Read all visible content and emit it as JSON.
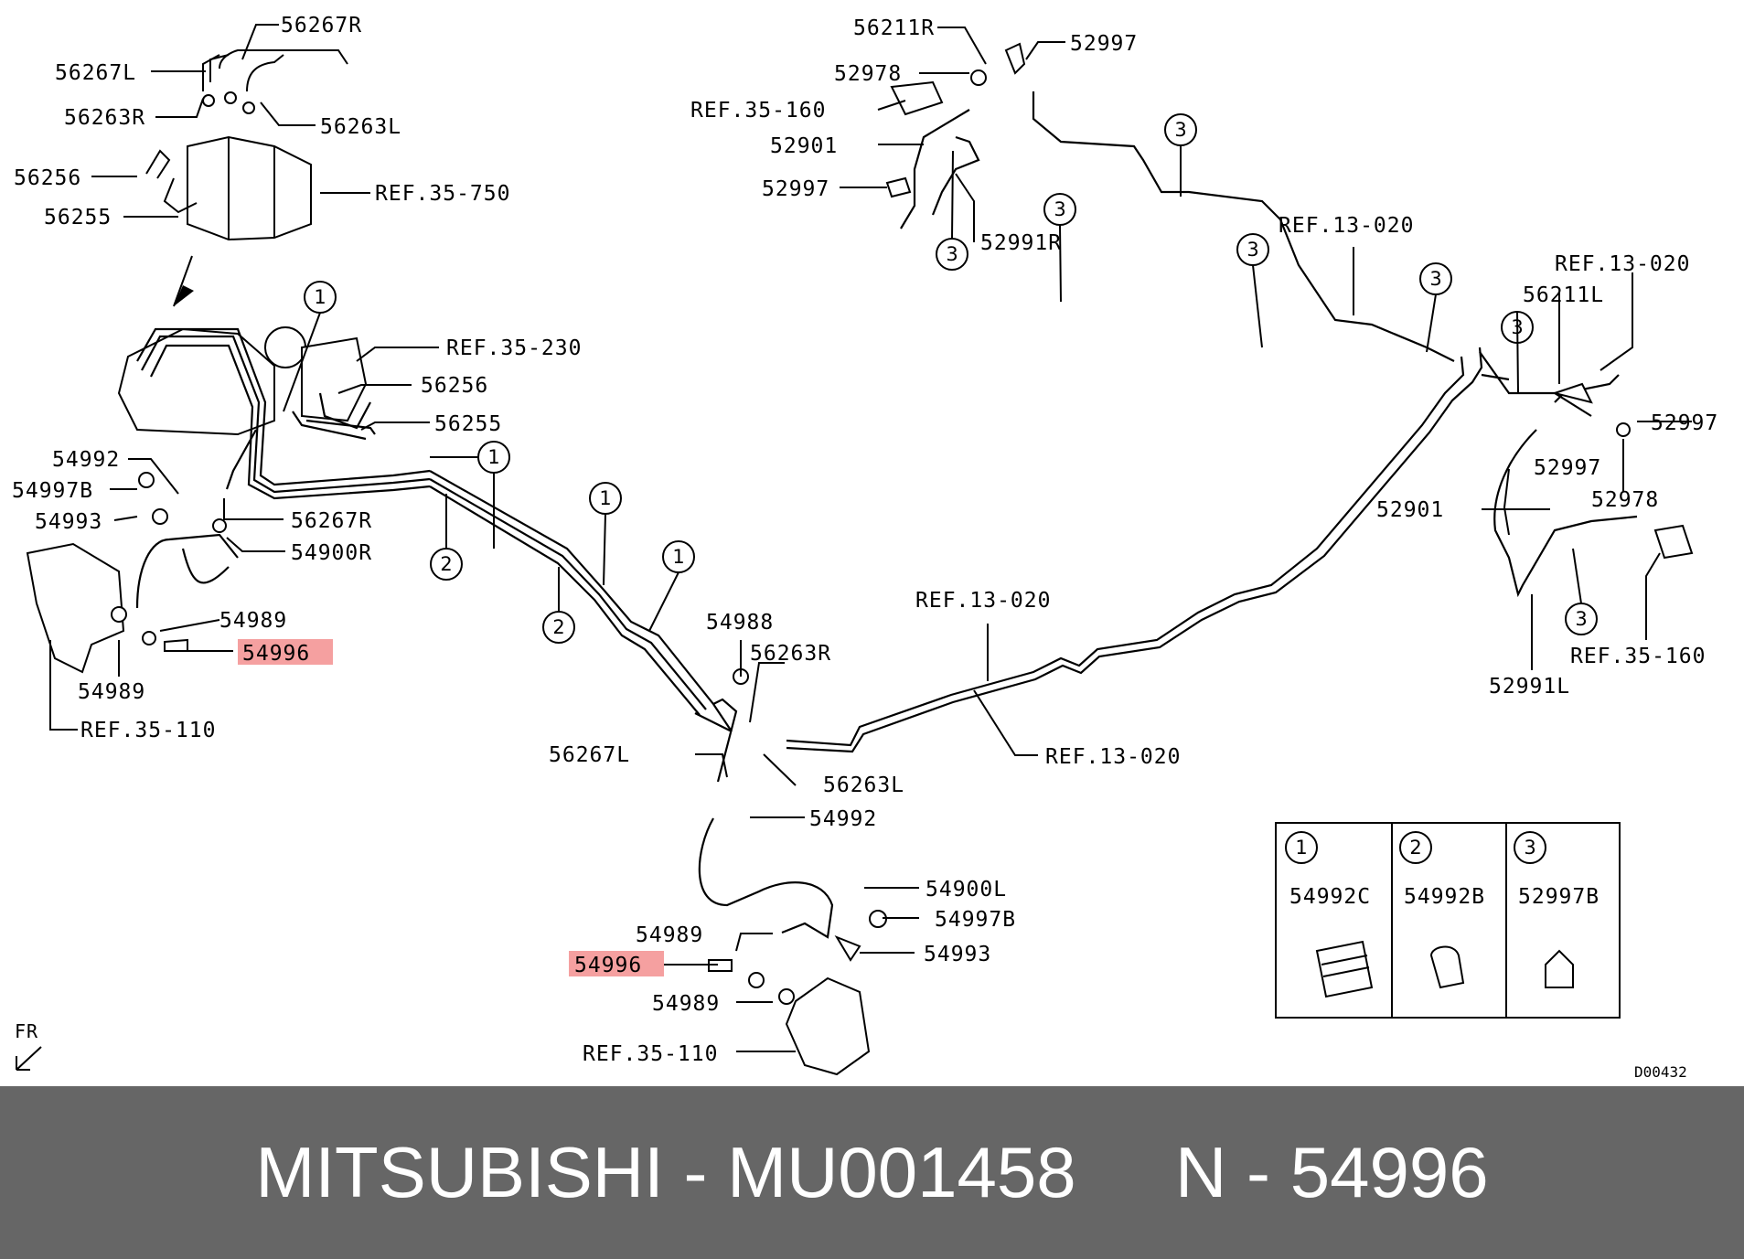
{
  "diagram": {
    "labels": {
      "l_56267R_top": "56267R",
      "l_56267L_top": "56267L",
      "l_56263R_top": "56263R",
      "l_56263L_top": "56263L",
      "l_56256_top": "56256",
      "l_56255_top": "56255",
      "l_ref35750": "REF.35-750",
      "l_ref35230": "REF.35-230",
      "l_56256_mid": "56256",
      "l_56255_mid": "56255",
      "l_54992_left": "54992",
      "l_54997B_left": "54997B",
      "l_54993_left": "54993",
      "l_56267R_mid": "56267R",
      "l_54900R": "54900R",
      "l_54989_a": "54989",
      "l_54996_left": "54996",
      "l_54989_b": "54989",
      "l_ref35110_left": "REF.35-110",
      "l_56211R": "56211R",
      "l_52997_top": "52997",
      "l_52978_top": "52978",
      "l_ref35160_top": "REF.35-160",
      "l_52901_top": "52901",
      "l_52997_mid": "52997",
      "l_52991R": "52991R",
      "l_ref13020_a": "REF.13-020",
      "l_ref13020_b": "REF.13-020",
      "l_56211L": "56211L",
      "l_52997_right": "52997",
      "l_52997_r2": "52997",
      "l_52978_right": "52978",
      "l_52901_right": "52901",
      "l_ref35160_right": "REF.35-160",
      "l_52991L": "52991L",
      "l_ref13020_c": "REF.13-020",
      "l_ref13020_d": "REF.13-020",
      "l_54988": "54988",
      "l_56263R_mid": "56263R",
      "l_56267L_mid": "56267L",
      "l_56263L_mid": "56263L",
      "l_54992_low": "54992",
      "l_54900L": "54900L",
      "l_54997B_low": "54997B",
      "l_54989_c": "54989",
      "l_54996_low": "54996",
      "l_54993_low": "54993",
      "l_54989_d": "54989",
      "l_ref35110_low": "REF.35-110",
      "l_fr": "FR",
      "l_code": "D00432"
    },
    "callouts": {
      "c1": "1",
      "c2": "2",
      "c3": "3"
    },
    "legend": {
      "cells": [
        {
          "num": "1",
          "part": "54992C"
        },
        {
          "num": "2",
          "part": "54992B"
        },
        {
          "num": "3",
          "part": "52997B"
        }
      ]
    },
    "highlight_color": "#f5a0a0"
  },
  "footer": {
    "brand": "MITSUBISHI - MU001458",
    "ref": "N - 54996"
  }
}
